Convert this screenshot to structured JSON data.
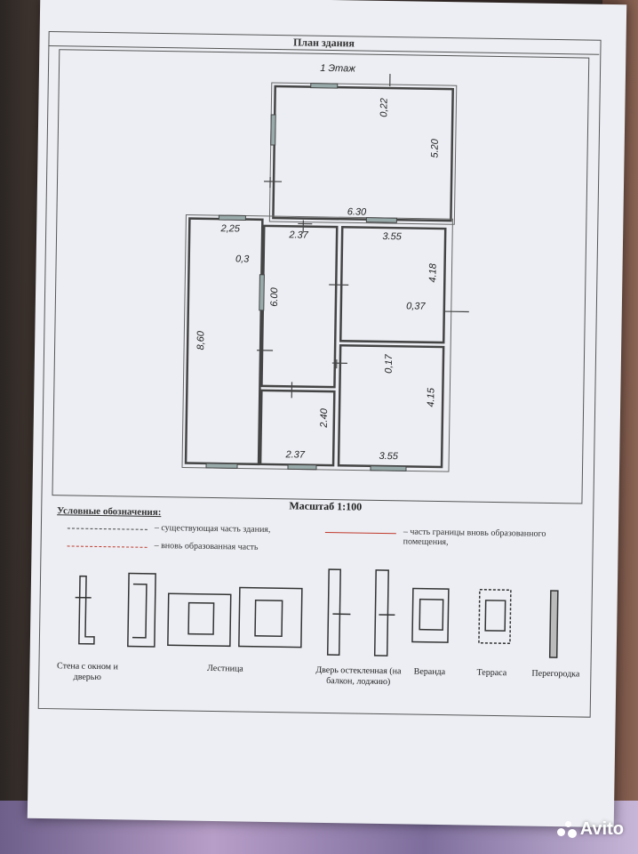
{
  "document": {
    "title": "План здания",
    "floor_label": "1 Этаж",
    "scale": "Масштаб 1:100"
  },
  "dimensions": {
    "top_vertical": "0,22",
    "top_room_height": "5.20",
    "top_room_width": "6.30",
    "left_width": "2,25",
    "wall_left": "0,3",
    "left_height": "8,60",
    "mid_width_top": "2.37",
    "mid_height": "6.00",
    "right_top_width": "3.55",
    "right_top_height": "4.18",
    "wall_right": "0,37",
    "wall_mid": "0,17",
    "right_bottom_height": "4.15",
    "small_room_height": "2.40",
    "mid_width_bottom": "2.37",
    "right_bottom_width": "3.55"
  },
  "legend": {
    "title": "Условные обозначения:",
    "existing": "– существующая часть здания,",
    "new_part": "– вновь образованная часть",
    "boundary": "– часть границы вновь образованного помещения,"
  },
  "symbols": {
    "wall": "Стена с окном и дверью",
    "stairs": "Лестница",
    "door": "Дверь остекленная (на балкон, лоджию)",
    "veranda": "Веранда",
    "terrace": "Терраса",
    "partition": "Перегородка"
  },
  "watermark": "Avito"
}
